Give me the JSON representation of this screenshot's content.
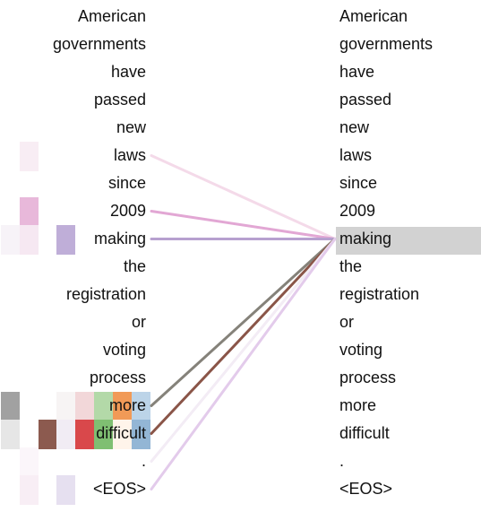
{
  "tokens": [
    "American",
    "governments",
    "have",
    "passed",
    "new",
    "laws",
    "since",
    "2009",
    "making",
    "the",
    "registration",
    "or",
    "voting",
    "process",
    "more",
    "difficult",
    ".",
    "<EOS>"
  ],
  "query_token_index": 8,
  "query_highlight_color": "#d2d2d2",
  "attention_links": [
    {
      "from_index": 5,
      "color": "#f4dae9"
    },
    {
      "from_index": 7,
      "color": "#e2a7d4"
    },
    {
      "from_index": 8,
      "color": "#b7a0cf"
    },
    {
      "from_index": 14,
      "color": "#85827a"
    },
    {
      "from_index": 15,
      "color": "#8a5548"
    },
    {
      "from_index": 16,
      "color": "#f3ecf5"
    },
    {
      "from_index": 17,
      "color": "#e3cbeb"
    }
  ],
  "heatmap_cells": [
    {
      "row": 5,
      "col": 1,
      "color": "#f8edf4"
    },
    {
      "row": 7,
      "col": 1,
      "color": "#e8b8da"
    },
    {
      "row": 8,
      "col": 0,
      "color": "#f7f3f8"
    },
    {
      "row": 8,
      "col": 1,
      "color": "#f6e8f2"
    },
    {
      "row": 8,
      "col": 3,
      "color": "#bfaed8"
    },
    {
      "row": 14,
      "col": 0,
      "color": "#a1a1a1"
    },
    {
      "row": 14,
      "col": 3,
      "color": "#f7f4f4"
    },
    {
      "row": 14,
      "col": 4,
      "color": "#f2d7d9"
    },
    {
      "row": 14,
      "col": 5,
      "color": "#b3d9a8"
    },
    {
      "row": 14,
      "col": 6,
      "color": "#f19a57"
    },
    {
      "row": 14,
      "col": 7,
      "color": "#bcd4e8"
    },
    {
      "row": 15,
      "col": 0,
      "color": "#e6e6e6"
    },
    {
      "row": 15,
      "col": 2,
      "color": "#8c5a4f"
    },
    {
      "row": 15,
      "col": 3,
      "color": "#f1ecf4"
    },
    {
      "row": 15,
      "col": 4,
      "color": "#d9484b"
    },
    {
      "row": 15,
      "col": 5,
      "color": "#7fbf72"
    },
    {
      "row": 15,
      "col": 6,
      "color": "#fff4ea"
    },
    {
      "row": 15,
      "col": 7,
      "color": "#93b6d5"
    },
    {
      "row": 16,
      "col": 1,
      "color": "#fbf6fa"
    },
    {
      "row": 17,
      "col": 1,
      "color": "#f8eef5"
    },
    {
      "row": 17,
      "col": 3,
      "color": "#e6e0f0"
    }
  ]
}
